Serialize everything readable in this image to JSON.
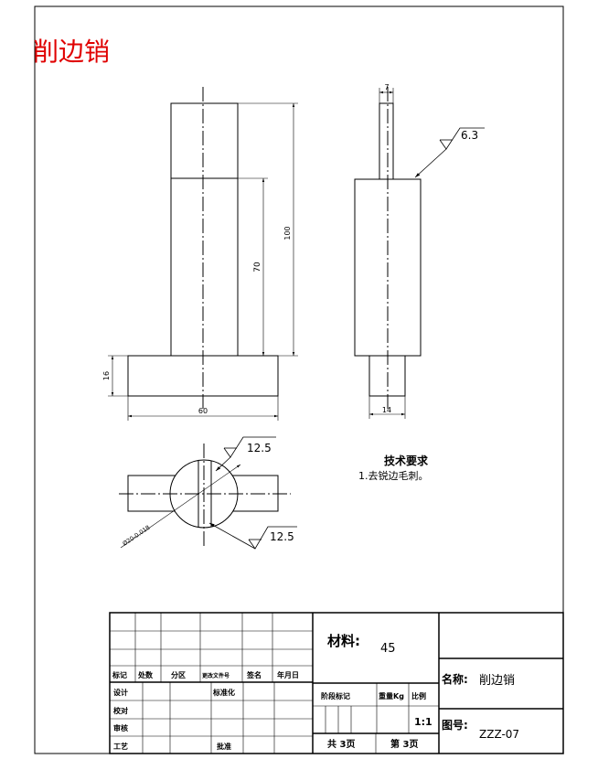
{
  "title": "削边销",
  "dims": {
    "top_width": "7",
    "roughness_top": "6.3",
    "height_total": "100",
    "height_mid": "70",
    "base_height": "16",
    "base_width": "60",
    "pin_width": "14",
    "roughness_a": "12.5",
    "roughness_b": "12.5",
    "diameter": "Ø20-0.018"
  },
  "tech": {
    "heading": "技术要求",
    "item1": "1.去锐边毛刺。"
  },
  "title_block": {
    "material_label": "材料:",
    "material_value": "45",
    "name_label": "名称:",
    "name_value": "削边销",
    "drawing_no_label": "图号:",
    "drawing_no_value": "ZZZ-07",
    "scale_value": "1:1",
    "total_pages": "共 3页",
    "page_no": "第 3页",
    "stage_label": "阶段标记",
    "weight_label": "重量Kg",
    "scale_label": "比例",
    "hdr_mark": "标记",
    "hdr_count": "处数",
    "hdr_zone": "分区",
    "hdr_docno": "更改文件号",
    "hdr_sign": "签名",
    "hdr_date": "年月日",
    "design": "设计",
    "standard": "标准化",
    "check": "校对",
    "review": "审核",
    "process": "工艺",
    "approve": "批准"
  }
}
